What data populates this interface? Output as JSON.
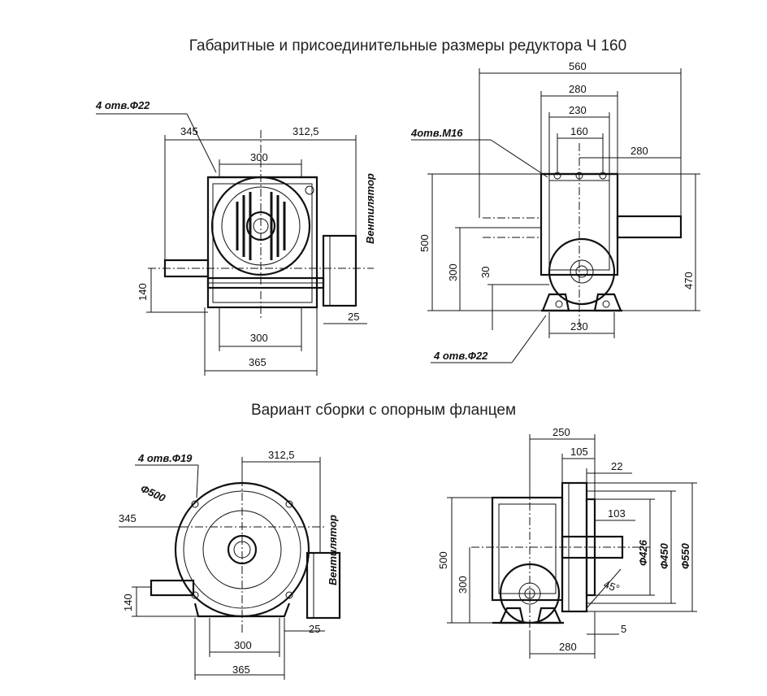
{
  "titles": {
    "main": "Габаритные и присоединительные размеры редуктора Ч 160",
    "variant": "Вариант сборки с опорным фланцем"
  },
  "notes": {
    "holes_22_top": "4 отв.Ф22",
    "holes_m16": "4отв.М16",
    "holes_22_right": "4 отв.Ф22",
    "holes_19": "4 отв.Ф19",
    "flange_diam": "Ф500",
    "fan_top": "Вентилятор",
    "fan_bottom": "Вентилятор"
  },
  "dims_top_left": {
    "d345": "345",
    "d312_5": "312,5",
    "d300_top": "300",
    "d140": "140",
    "d25": "25",
    "d300_bottom": "300",
    "d365": "365"
  },
  "dims_top_right": {
    "d560": "560",
    "d280_top": "280",
    "d230_top": "230",
    "d160": "160",
    "d280_side": "280",
    "d500": "500",
    "d300": "300",
    "d30": "30",
    "d470": "470",
    "d230_bottom": "230"
  },
  "dims_bottom_left": {
    "d312_5": "312,5",
    "d345": "345",
    "d140": "140",
    "d25": "25",
    "d300": "300",
    "d365": "365"
  },
  "dims_bottom_right": {
    "d250": "250",
    "d105": "105",
    "d22": "22",
    "d103": "103",
    "d500": "500",
    "d300": "300",
    "d426": "Ф426",
    "d450": "Ф450",
    "d550": "Ф550",
    "angle": "45°",
    "d5": "5",
    "d280": "280"
  }
}
